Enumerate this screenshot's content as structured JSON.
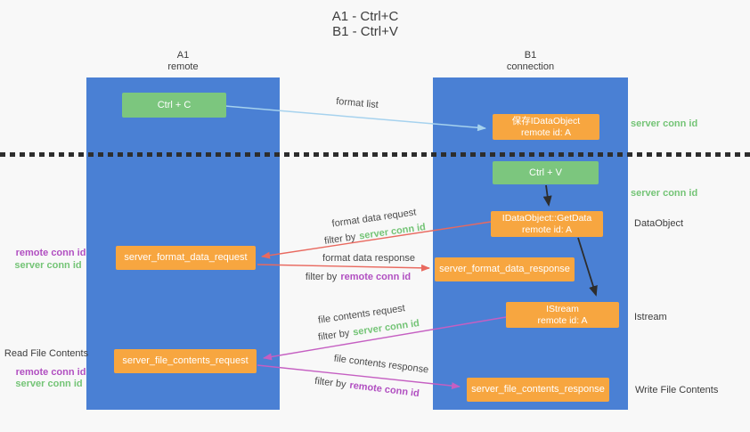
{
  "title": {
    "line1": "A1 - Ctrl+C",
    "line2": "B1 - Ctrl+V"
  },
  "lanes": {
    "a1": {
      "name": "A1",
      "subtitle": "remote"
    },
    "b1": {
      "name": "B1",
      "subtitle": "connection"
    }
  },
  "nodes": {
    "ctrl_c": "Ctrl + C",
    "ctrl_v": "Ctrl + V",
    "save_dataobject": {
      "line1": "保存IDataObject",
      "line2": "remote id: A"
    },
    "getdata": {
      "line1": "IDataObject::GetData",
      "line2": "remote id: A"
    },
    "istream": {
      "line1": "IStream",
      "line2": "remote id: A"
    },
    "format_request": "server_format_data_request",
    "format_response": "server_format_data_response",
    "file_request": "server_file_contents_request",
    "file_response": "server_file_contents_response"
  },
  "edge_labels": {
    "format_list": "format list",
    "format_data_request": "format data request",
    "format_data_response": "format data response",
    "file_contents_request": "file contents request",
    "file_contents_response": "file contents response",
    "filter_by": "filter by",
    "server_conn_id": "server conn id",
    "remote_conn_id": "remote conn id"
  },
  "side_labels": {
    "right_server_conn_id_1": "server conn id",
    "right_server_conn_id_2": "server conn id",
    "dataobject": "DataObject",
    "istream": "Istream",
    "write_file_contents": "Write File Contents",
    "read_file_contents": "Read File Contents",
    "left_remote_conn_id_1": "remote conn id",
    "left_server_conn_id_1": "server conn id",
    "left_remote_conn_id_2": "remote conn id",
    "left_server_conn_id_2": "server conn id"
  },
  "colors": {
    "lane_fill": "#4a80d4",
    "orange_box": "#f7a640",
    "green_box": "#7cc67e",
    "arrow_red": "#e9695f",
    "arrow_purple": "#c55fc2",
    "arrow_blue": "#a6d2ee",
    "arrow_black": "#2d2d2d",
    "label_green": "#74c476",
    "label_purple": "#b14fc1",
    "text_dark": "#3c3c3c"
  }
}
